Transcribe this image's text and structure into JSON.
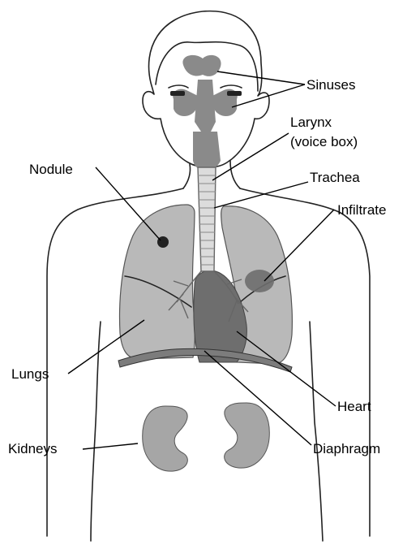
{
  "labels": {
    "sinuses": "Sinuses",
    "larynx_line1": "Larynx",
    "larynx_line2": "(voice box)",
    "nodule": "Nodule",
    "trachea": "Trachea",
    "infiltrate": "Infiltrate",
    "lungs": "Lungs",
    "heart": "Heart",
    "kidneys": "Kidneys",
    "diaphragm": "Diaphragm"
  }
}
